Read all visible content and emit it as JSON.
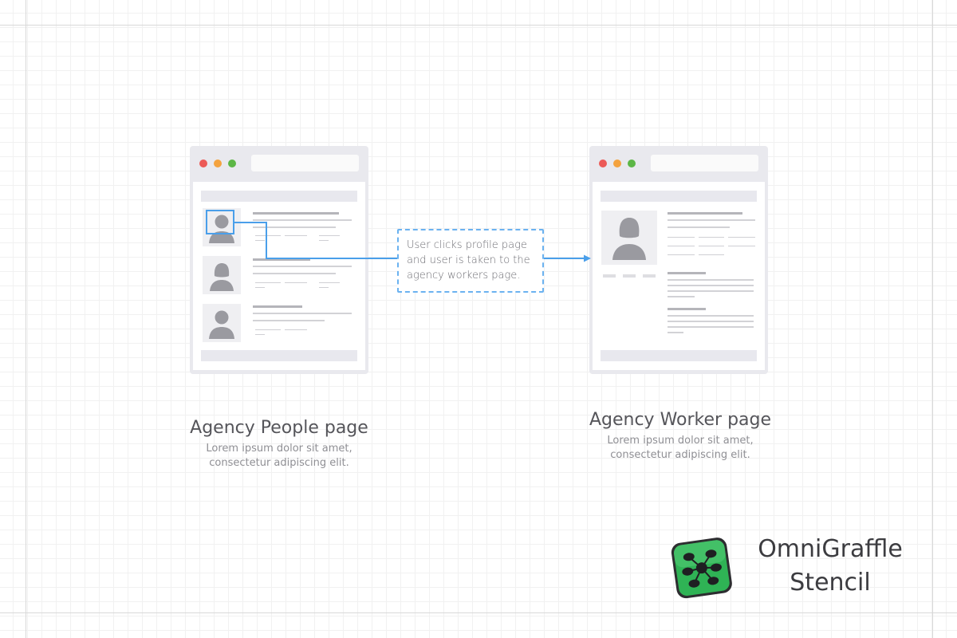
{
  "colors": {
    "traffic_red": "#ec5a57",
    "traffic_yellow": "#f4a33f",
    "traffic_green": "#5cb646",
    "connector_blue": "#4a9fea",
    "avatar_gray": "#9a9aa0",
    "brand_green": "#2fb355"
  },
  "icons": {
    "browser_controls": [
      "close-dot",
      "minimize-dot",
      "zoom-dot"
    ],
    "person": "person-silhouette-icon",
    "logo": "omnigraffle-logo-icon"
  },
  "pages": [
    {
      "id": "agency-people",
      "title": "Agency People page",
      "subtitle_lines": [
        "Lorem ipsum dolor sit amet,",
        "consectetur adipiscing elit."
      ]
    },
    {
      "id": "agency-worker",
      "title": "Agency Worker page",
      "subtitle_lines": [
        "Lorem ipsum dolor sit amet,",
        "consectetur adipiscing elit."
      ]
    }
  ],
  "annotation": {
    "lines": [
      "User clicks profile page",
      "and user is taken to the",
      "agency workers page."
    ]
  },
  "brand": {
    "lines": [
      "OmniGraffle",
      "Stencil"
    ]
  }
}
